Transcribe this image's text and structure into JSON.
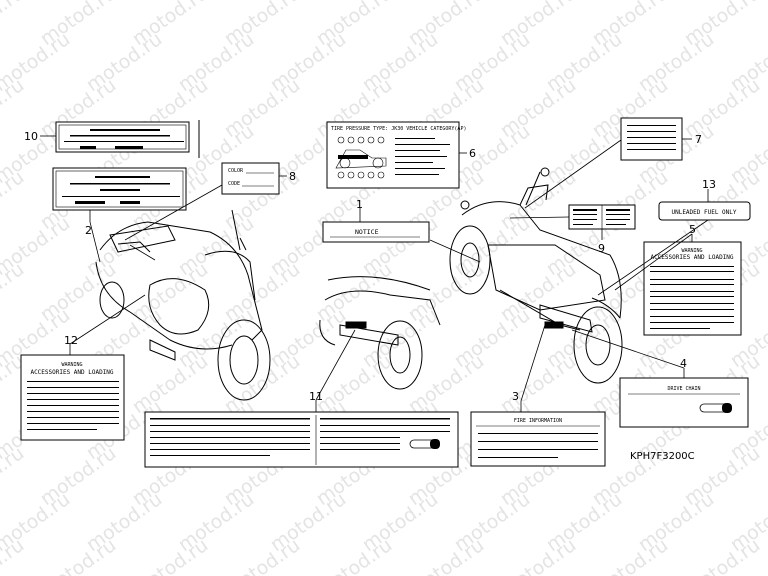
{
  "watermark": "motod.ru",
  "drawing_code": "KPH7F3200C",
  "callouts": [
    "1",
    "2",
    "3",
    "4",
    "5",
    "6",
    "7",
    "8",
    "9",
    "10",
    "11",
    "12",
    "13"
  ],
  "labels": {
    "notice": "NOTICE",
    "fire_information": "FIRE INFORMATION",
    "drive_chain": "DRIVE CHAIN",
    "unleaded_fuel": "UNLEADED FUEL ONLY",
    "warning": "WARNING",
    "accessories_loading": "ACCESSORIES AND LOADING",
    "color": "COLOR",
    "code": "CODE",
    "tire_pressure": "TIRE PRESSURE TYPE: JK30 VEHICLE CATEGORY(AP)"
  }
}
